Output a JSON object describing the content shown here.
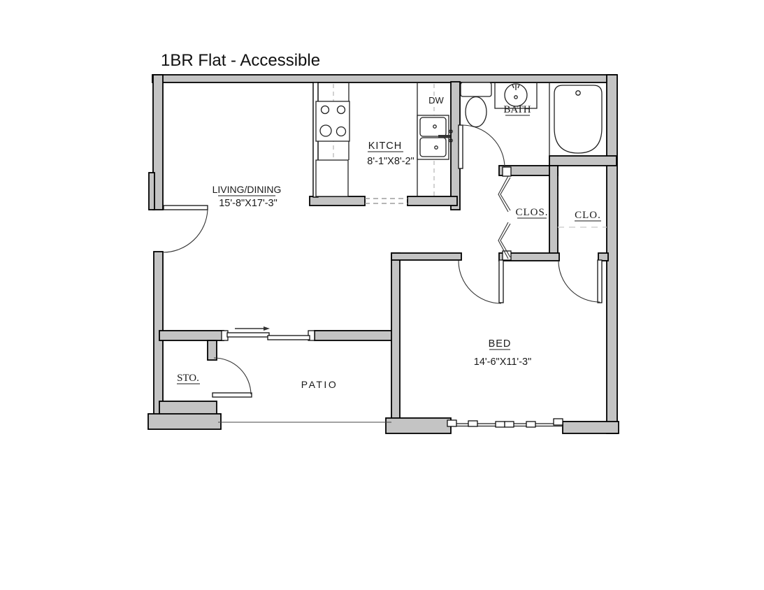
{
  "title": "1BR Flat - Accessible",
  "colors": {
    "wall_fill": "#c4c4c4",
    "wall_stroke": "#000000",
    "line": "#1a1a1a",
    "background": "#ffffff"
  },
  "rooms": {
    "living": {
      "label": "LIVING/DINING",
      "dimensions": "15'-8\"X17'-3\""
    },
    "kitchen": {
      "label": "KITCH",
      "dimensions": "8'-1\"X8'-2\""
    },
    "bedroom": {
      "label": "BED",
      "dimensions": "14'-6\"X11'-3\""
    },
    "bathroom": {
      "label": "BATH"
    },
    "hall_closet": {
      "label": "CLOS."
    },
    "bedroom_closet": {
      "label": "CLO."
    },
    "storage": {
      "label": "STO."
    },
    "patio": {
      "label": "PATIO"
    }
  },
  "appliances": {
    "dishwasher_label": "DW"
  }
}
